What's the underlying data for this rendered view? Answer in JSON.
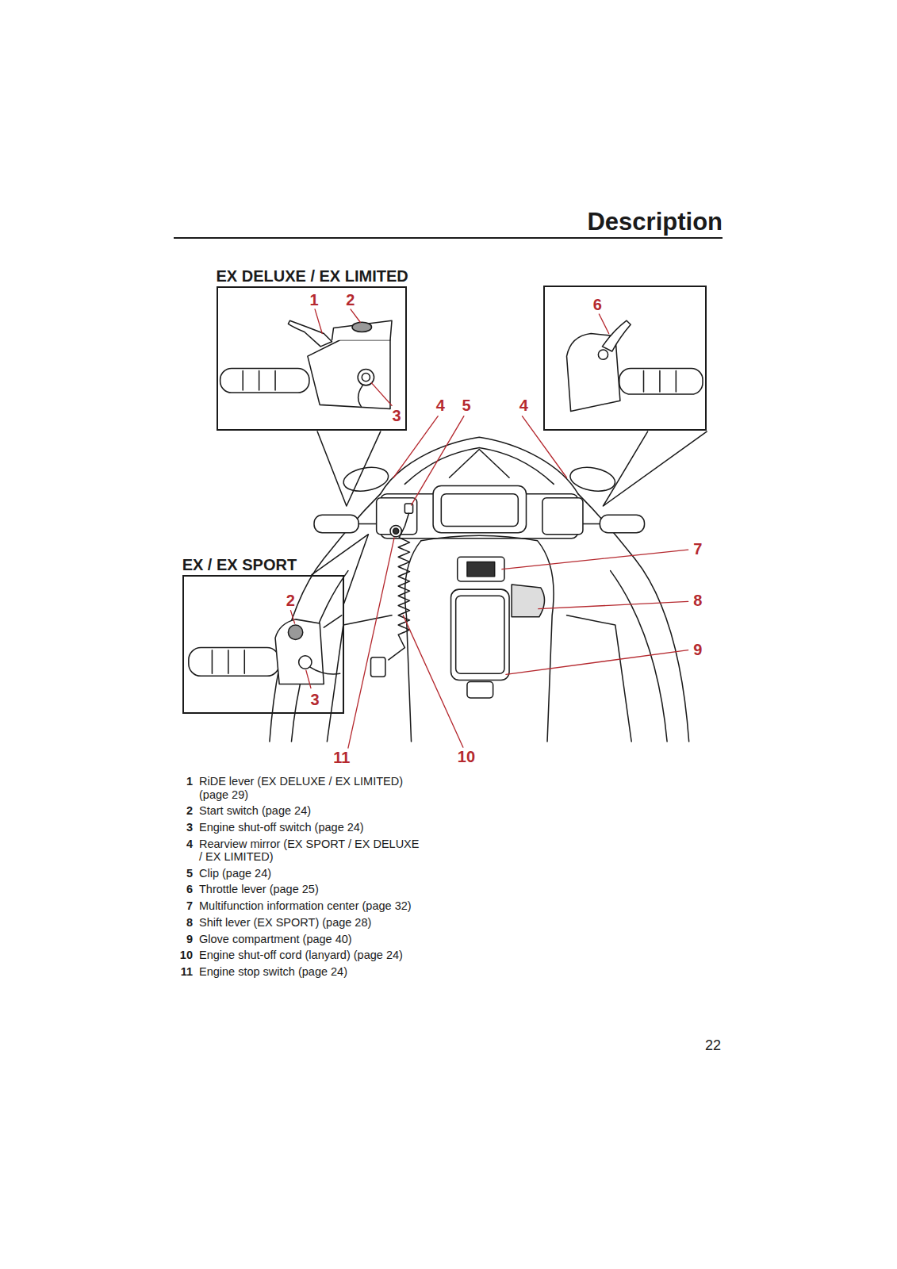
{
  "diagram": {
    "title": "Description",
    "nodes": [
      {
        "text": [
          "EX DELUXE / EX LIMITED",
          "1",
          "2",
          "3"
        ]
      },
      {
        "text": [
          "6"
        ]
      },
      {
        "text": [
          "EX / EX SPORT",
          "2",
          "3"
        ]
      }
    ],
    "labels": [
      "4",
      "5",
      "4",
      "7",
      "8",
      "9",
      "11",
      "10",
      "1",
      "RiDE lever (EX DELUXE / EX LIMITED) (page 29)",
      "2",
      "Start switch (page 24)",
      "3",
      "Engine shut-off switch (page 24)",
      "4",
      "Rearview mirror (EX SPORT / EX DELUXE / EX LIMITED)",
      "5",
      "Clip (page 24)",
      "6",
      "Throttle lever (page 25)",
      "7",
      "Multifunction information center (page 32)",
      "8",
      "Shift lever (EX SPORT) (page 28)",
      "9",
      "Glove compartment (page 40)",
      "10",
      "Engine shut-off cord (lanyard) (page 24)",
      "11",
      "Engine stop switch (page 24)",
      "22"
    ]
  }
}
